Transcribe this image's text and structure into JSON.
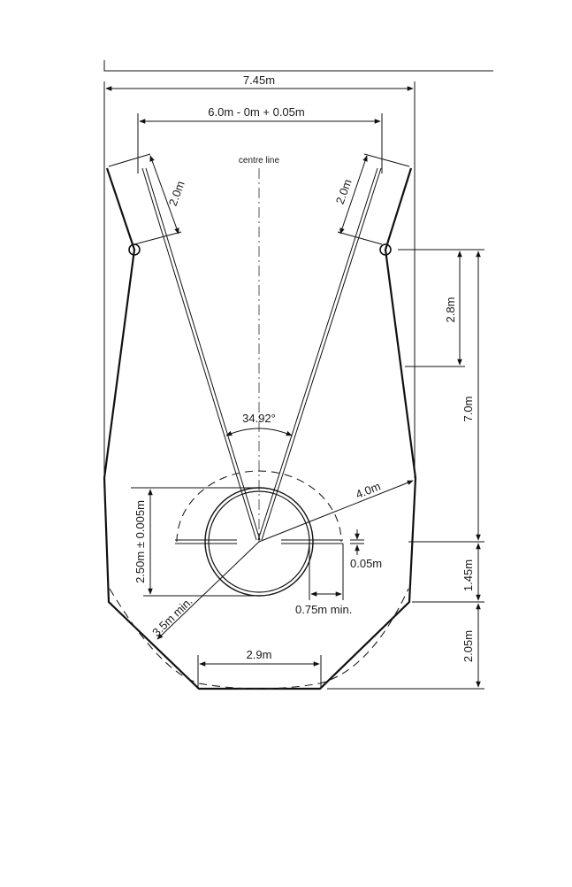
{
  "diagram": {
    "labels": {
      "overall_width": "7.45m",
      "post_spacing": "6.0m - 0m + 0.05m",
      "centre_line": "centre line",
      "left_length": "2.0m",
      "right_length": "2.0m",
      "upper_height": "2.8m",
      "total_height": "7.0m",
      "angle": "34.92°",
      "radius_outer": "4.0m",
      "circle_diameter": "2.50m ± 0.005m",
      "ring_height": "0.05m",
      "ring_extension": "0.75m min.",
      "radius_inner": "3.5m min.",
      "lower_height_1": "1.45m",
      "lower_height_2": "2.05m",
      "base_width": "2.9m"
    }
  }
}
